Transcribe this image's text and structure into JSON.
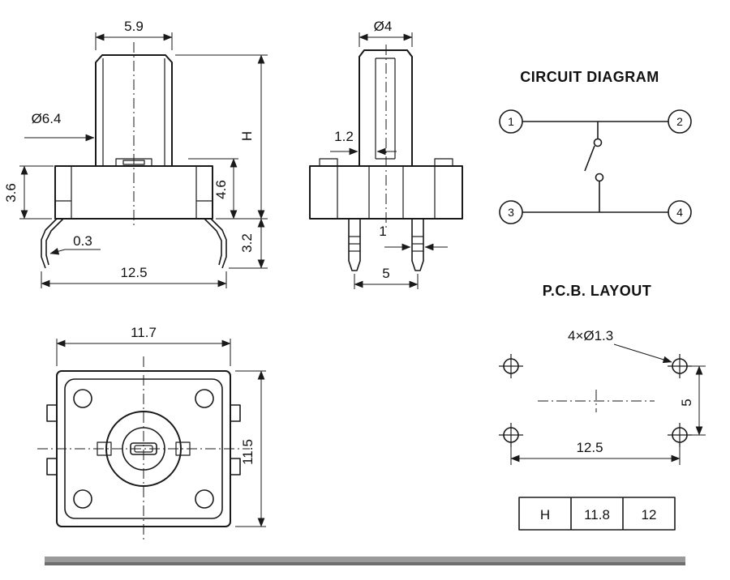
{
  "side_view": {
    "dim_button_width": "5.9",
    "dim_base_dia": "Ø6.4",
    "dim_height": "H",
    "dim_flange_height": "3.6",
    "dim_body_height": "4.6",
    "dim_lead_thickness": "0.3",
    "dim_lead_length": "3.2",
    "dim_body_width": "12.5"
  },
  "front_view": {
    "dim_plunger_dia": "Ø4",
    "dim_wall": "1.2",
    "dim_lead_width": "1",
    "dim_lead_pitch": "5"
  },
  "circuit_diagram": {
    "title": "CIRCUIT DIAGRAM",
    "terminals": [
      "1",
      "2",
      "3",
      "4"
    ]
  },
  "top_view": {
    "dim_width": "11.7",
    "dim_depth": "11.5"
  },
  "pcb_layout": {
    "title": "P.C.B. LAYOUT",
    "dim_holes": "4×Ø1.3",
    "dim_pitch_v": "5",
    "dim_pitch_h": "12.5"
  },
  "spec_table": {
    "cells": [
      "H",
      "11.8",
      "12"
    ]
  }
}
